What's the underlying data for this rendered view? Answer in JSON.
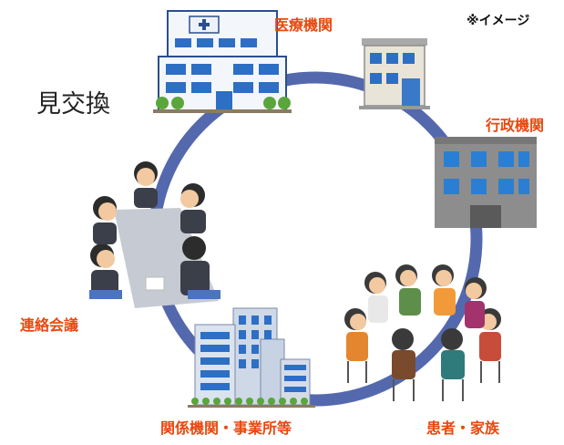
{
  "note": "※イメージ",
  "side_text": "見交換",
  "colors": {
    "ring": "#5468ad",
    "label": "#e8480f"
  },
  "nodes": {
    "hospital": {
      "label": "医療機関",
      "icon": "hospital-building-icon"
    },
    "government": {
      "label": "行政機関",
      "icon": "government-building-icon"
    },
    "family": {
      "label": "患者・家族",
      "icon": "patient-family-group-icon"
    },
    "offices": {
      "label": "関係機関・事業所等",
      "icon": "office-buildings-icon"
    },
    "meeting": {
      "label": "連絡会議",
      "icon": "meeting-table-icon"
    }
  }
}
